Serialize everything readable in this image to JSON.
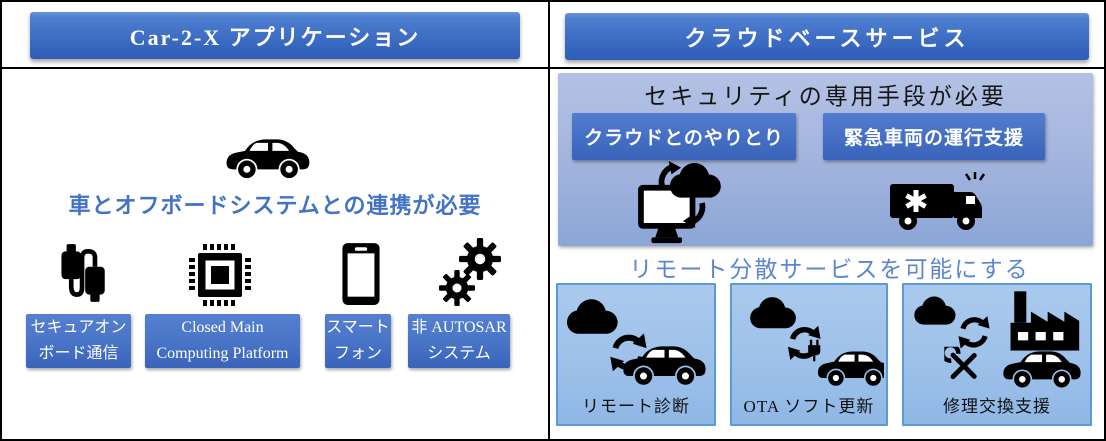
{
  "left_panel": {
    "header": "Car-2-X アプリケーション",
    "need_text": "車とオフボードシステムとの連携が必要",
    "items": [
      {
        "icon": "usb-cable-icon",
        "label": "セキュアオン\nボード通信"
      },
      {
        "icon": "cpu-chip-icon",
        "label": "Closed Main\nComputing Platform"
      },
      {
        "icon": "smartphone-icon",
        "label": "スマート\nフォン"
      },
      {
        "icon": "gears-icon",
        "label": "非 AUTOSAR\nシステム"
      }
    ]
  },
  "right_panel": {
    "header": "クラウドベースサービス",
    "security_section": {
      "title": "セキュリティの専用手段が必要",
      "items": [
        {
          "icon": "monitor-cloud-sync-icon",
          "label": "クラウドとのやりとり"
        },
        {
          "icon": "ambulance-icon",
          "label": "緊急車両の運行支援"
        }
      ]
    },
    "remote_text": "リモート分散サービスを可能にする",
    "services": [
      {
        "icon": "cloud-sync-car-icon",
        "label": "リモート診断"
      },
      {
        "icon": "cloud-sync-plug-car-icon",
        "label": "OTA ソフト更新"
      },
      {
        "icon": "cloud-sync-tools-factory-car-icon",
        "label": "修理交換支援"
      }
    ]
  },
  "colors": {
    "header_gradient_top": "#4d7ecf",
    "header_gradient_bottom": "#2e5cb7",
    "chip_blue": "#4671c6",
    "security_panel_top": "#b3c1e4",
    "security_panel_bottom": "#8ba6d6",
    "service_box_fill": "#9fc2ea",
    "service_box_border": "#5b9bd5",
    "need_text_blue": "#4273c6",
    "remote_text_blue": "#5c86ce",
    "icon_black": "#000000",
    "border_black": "#000000"
  }
}
